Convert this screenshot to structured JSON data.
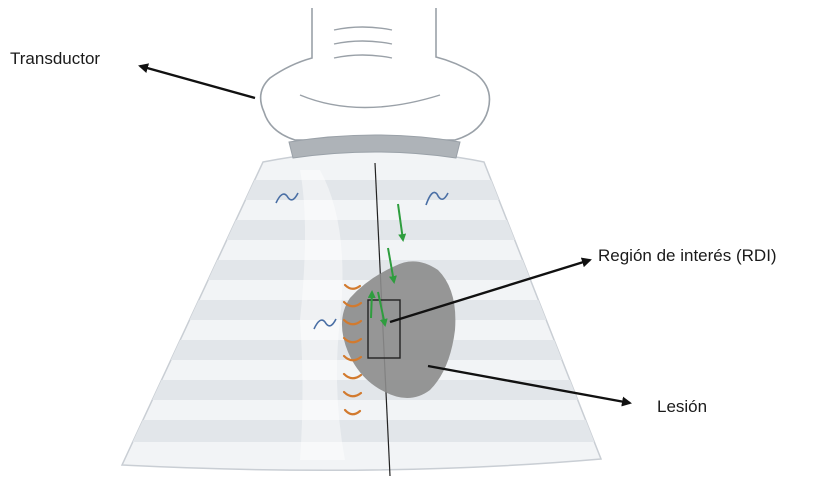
{
  "labels": {
    "transducer": "Transductor",
    "region_of_interest": "Región de interés (RDI)",
    "lesion": "Lesión"
  },
  "colors": {
    "background": "#ffffff",
    "sector_light": "#f2f4f6",
    "sector_band": "#e2e6ea",
    "sector_outline": "#c9ced4",
    "lesion": "#8c8c8c",
    "arrow": "#111111",
    "doppler_arrow": "#2e9d3e",
    "echo_arcs": "#d27a2e",
    "wave_marks": "#4a6fa5",
    "transducer_face": "#aeb3b8"
  },
  "icons": {
    "transducer": "transducer-probe-icon",
    "lesion": "lesion-blob",
    "roi": "roi-rectangle",
    "doppler": "doppler-arrow-icon"
  }
}
